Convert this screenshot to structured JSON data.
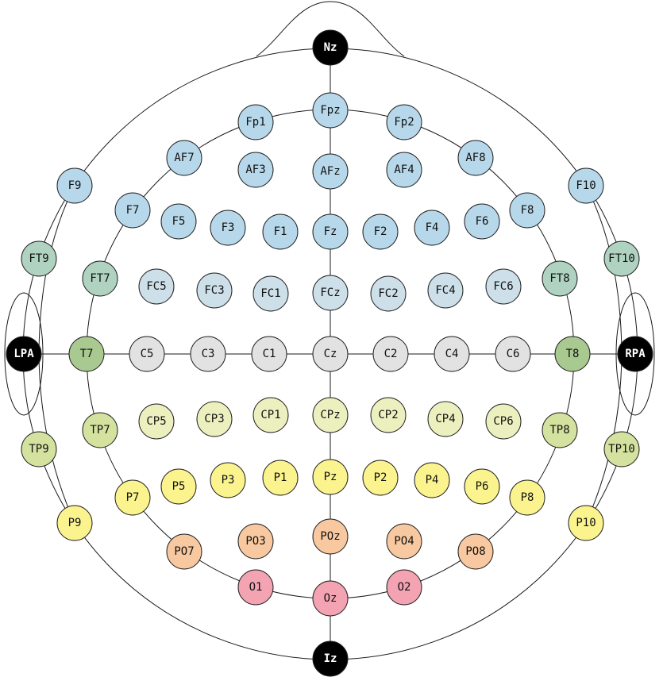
{
  "group_colors": {
    "reference": "#000000",
    "frontopolar": "#b7d8ea",
    "frontocentral": "#cddfe8",
    "frontotemporal": "#b0d2c1",
    "temporal": "#a8c98f",
    "central": "#e2e2e2",
    "centroparietal": "#ecf0bf",
    "temporoparietal": "#d4e29f",
    "parietal": "#fbf48e",
    "parieto_occipital": "#f8c9a0",
    "occipital": "#f3a3b2"
  },
  "electrodes": [
    {
      "label": "Nz",
      "group": "reference"
    },
    {
      "label": "Iz",
      "group": "reference"
    },
    {
      "label": "LPA",
      "group": "reference"
    },
    {
      "label": "RPA",
      "group": "reference"
    },
    {
      "label": "Fpz",
      "group": "frontopolar"
    },
    {
      "label": "Fp1",
      "group": "frontopolar"
    },
    {
      "label": "Fp2",
      "group": "frontopolar"
    },
    {
      "label": "AF7",
      "group": "frontopolar"
    },
    {
      "label": "AF8",
      "group": "frontopolar"
    },
    {
      "label": "AF3",
      "group": "frontopolar"
    },
    {
      "label": "AFz",
      "group": "frontopolar"
    },
    {
      "label": "AF4",
      "group": "frontopolar"
    },
    {
      "label": "F9",
      "group": "frontopolar"
    },
    {
      "label": "F10",
      "group": "frontopolar"
    },
    {
      "label": "F7",
      "group": "frontopolar"
    },
    {
      "label": "F8",
      "group": "frontopolar"
    },
    {
      "label": "F5",
      "group": "frontopolar"
    },
    {
      "label": "F3",
      "group": "frontopolar"
    },
    {
      "label": "F1",
      "group": "frontopolar"
    },
    {
      "label": "Fz",
      "group": "frontopolar"
    },
    {
      "label": "F2",
      "group": "frontopolar"
    },
    {
      "label": "F4",
      "group": "frontopolar"
    },
    {
      "label": "F6",
      "group": "frontopolar"
    },
    {
      "label": "FT9",
      "group": "frontotemporal"
    },
    {
      "label": "FT10",
      "group": "frontotemporal"
    },
    {
      "label": "FT7",
      "group": "frontotemporal"
    },
    {
      "label": "FT8",
      "group": "frontotemporal"
    },
    {
      "label": "FC5",
      "group": "frontocentral"
    },
    {
      "label": "FC3",
      "group": "frontocentral"
    },
    {
      "label": "FC1",
      "group": "frontocentral"
    },
    {
      "label": "FCz",
      "group": "frontocentral"
    },
    {
      "label": "FC2",
      "group": "frontocentral"
    },
    {
      "label": "FC4",
      "group": "frontocentral"
    },
    {
      "label": "FC6",
      "group": "frontocentral"
    },
    {
      "label": "T7",
      "group": "temporal"
    },
    {
      "label": "T8",
      "group": "temporal"
    },
    {
      "label": "C5",
      "group": "central"
    },
    {
      "label": "C3",
      "group": "central"
    },
    {
      "label": "C1",
      "group": "central"
    },
    {
      "label": "Cz",
      "group": "central"
    },
    {
      "label": "C2",
      "group": "central"
    },
    {
      "label": "C4",
      "group": "central"
    },
    {
      "label": "C6",
      "group": "central"
    },
    {
      "label": "CP5",
      "group": "centroparietal"
    },
    {
      "label": "CP3",
      "group": "centroparietal"
    },
    {
      "label": "CP1",
      "group": "centroparietal"
    },
    {
      "label": "CPz",
      "group": "centroparietal"
    },
    {
      "label": "CP2",
      "group": "centroparietal"
    },
    {
      "label": "CP4",
      "group": "centroparietal"
    },
    {
      "label": "CP6",
      "group": "centroparietal"
    },
    {
      "label": "TP9",
      "group": "temporoparietal"
    },
    {
      "label": "TP10",
      "group": "temporoparietal"
    },
    {
      "label": "TP7",
      "group": "temporoparietal"
    },
    {
      "label": "TP8",
      "group": "temporoparietal"
    },
    {
      "label": "P9",
      "group": "parietal"
    },
    {
      "label": "P10",
      "group": "parietal"
    },
    {
      "label": "P7",
      "group": "parietal"
    },
    {
      "label": "P8",
      "group": "parietal"
    },
    {
      "label": "P5",
      "group": "parietal"
    },
    {
      "label": "P3",
      "group": "parietal"
    },
    {
      "label": "P1",
      "group": "parietal"
    },
    {
      "label": "Pz",
      "group": "parietal"
    },
    {
      "label": "P2",
      "group": "parietal"
    },
    {
      "label": "P4",
      "group": "parietal"
    },
    {
      "label": "P6",
      "group": "parietal"
    },
    {
      "label": "PO7",
      "group": "parieto_occipital"
    },
    {
      "label": "PO3",
      "group": "parieto_occipital"
    },
    {
      "label": "POz",
      "group": "parieto_occipital"
    },
    {
      "label": "PO4",
      "group": "parieto_occipital"
    },
    {
      "label": "PO8",
      "group": "parieto_occipital"
    },
    {
      "label": "O1",
      "group": "occipital"
    },
    {
      "label": "Oz",
      "group": "occipital"
    },
    {
      "label": "O2",
      "group": "occipital"
    }
  ]
}
